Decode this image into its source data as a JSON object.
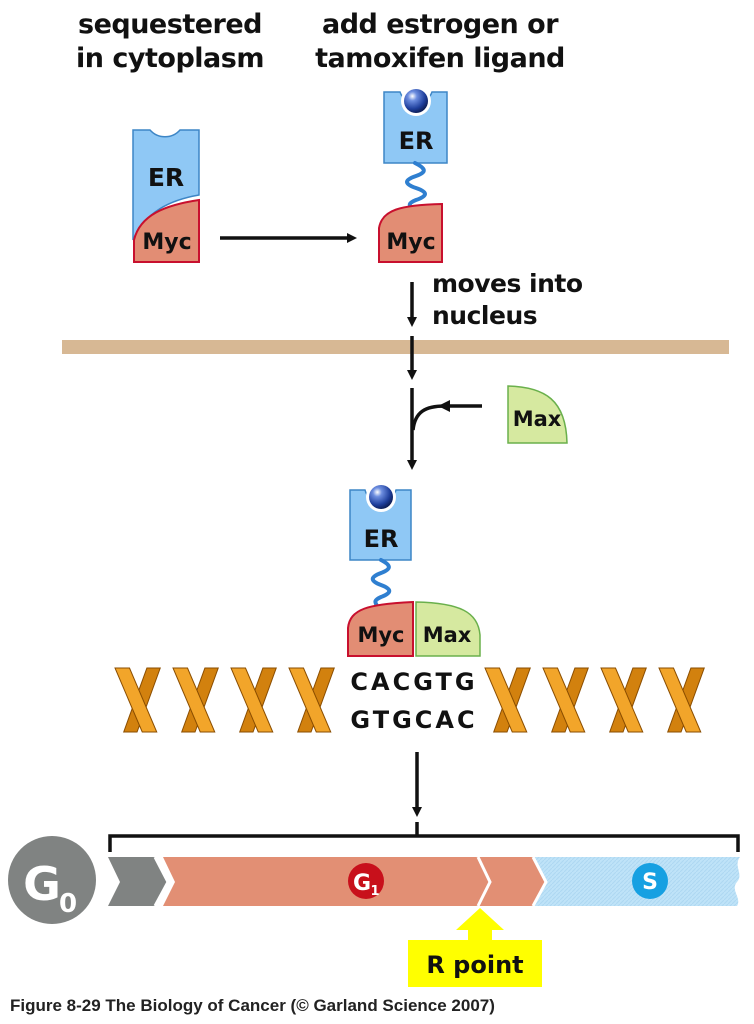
{
  "labels": {
    "sequestered_line1": "sequestered",
    "sequestered_line2": "in cytoplasm",
    "ligand_line1": "add estrogen or",
    "ligand_line2": "tamoxifen ligand",
    "nucleus_line1": "moves into",
    "nucleus_line2": "nucleus"
  },
  "proteins": {
    "er": "ER",
    "myc": "Myc",
    "max": "Max"
  },
  "dna": {
    "top_strand": "CACGTG",
    "bottom_strand": "GTGCAC"
  },
  "cell_cycle": {
    "g0": "G",
    "g0_sub": "0",
    "g1": "G",
    "g1_sub": "1",
    "s": "S",
    "r_point": "R point"
  },
  "colors": {
    "er_fill": "#8fc8f5",
    "er_stroke": "#3d86c6",
    "myc_fill": "#e28d74",
    "myc_stroke": "#c8102e",
    "max_fill": "#d6e9a0",
    "max_stroke": "#6ab04c",
    "membrane": "#d7b894",
    "dna_light": "#f2a52a",
    "dna_dark": "#d2810e",
    "g0_gray": "#808382",
    "g1_salmon": "#e28f74",
    "g1_badge": "#c8101b",
    "s_blue": "#bfe3f8",
    "s_badge": "#16a0e2",
    "r_point_yellow": "#ffff00",
    "ligand_blue": "#1f3f9c"
  },
  "caption": "Figure 8-29  The Biology of Cancer (© Garland Science 2007)"
}
